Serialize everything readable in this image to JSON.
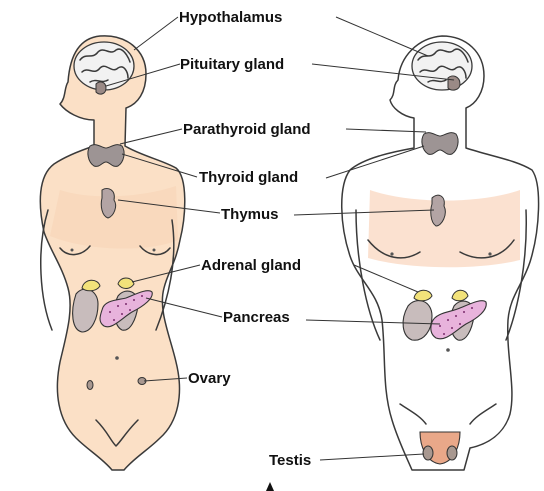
{
  "labels": {
    "hypothalamus": "Hypothalamus",
    "pituitary": "Pituitary gland",
    "parathyroid": "Parathyroid gland",
    "thyroid": "Thyroid gland",
    "thymus": "Thymus",
    "adrenal": "Adrenal gland",
    "pancreas": "Pancreas",
    "ovary": "Ovary",
    "testis": "Testis"
  },
  "colors": {
    "female_skin": "#fbe0c6",
    "male_skin": "#f3b992",
    "brain": "#f2f2f2",
    "pituitary": "#9a8a86",
    "thyroid": "#9d9494",
    "adrenal": "#f2e27a",
    "kidney": "#c8bcbc",
    "pancreas": "#e8b3dc",
    "gonad": "#a89890"
  }
}
